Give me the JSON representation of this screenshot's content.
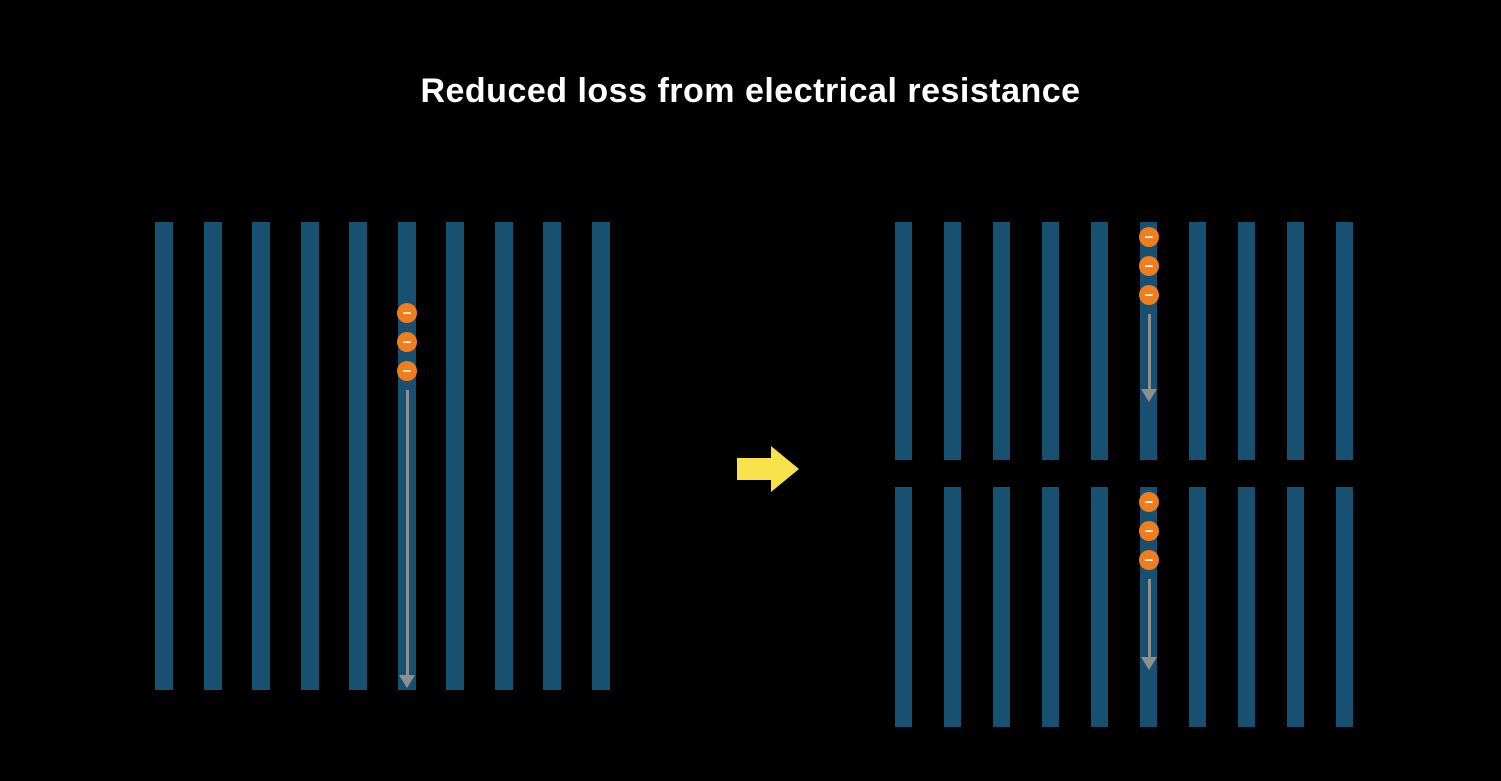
{
  "title": "Reduced loss from electrical resistance",
  "electron_symbol": "−",
  "colors": {
    "background": "#000000",
    "bar": "#175070",
    "electron": "#f07e1e",
    "electron_symbol": "#ffffff",
    "flow_arrow": "#8f8f8f",
    "transition_arrow": "#f8e24a",
    "title_text": "#ffffff"
  },
  "full_cell": {
    "bar_count": 10,
    "electron_count": 3
  },
  "half_cell_top": {
    "bar_count": 10,
    "electron_count": 3
  },
  "half_cell_bottom": {
    "bar_count": 10,
    "electron_count": 3
  }
}
